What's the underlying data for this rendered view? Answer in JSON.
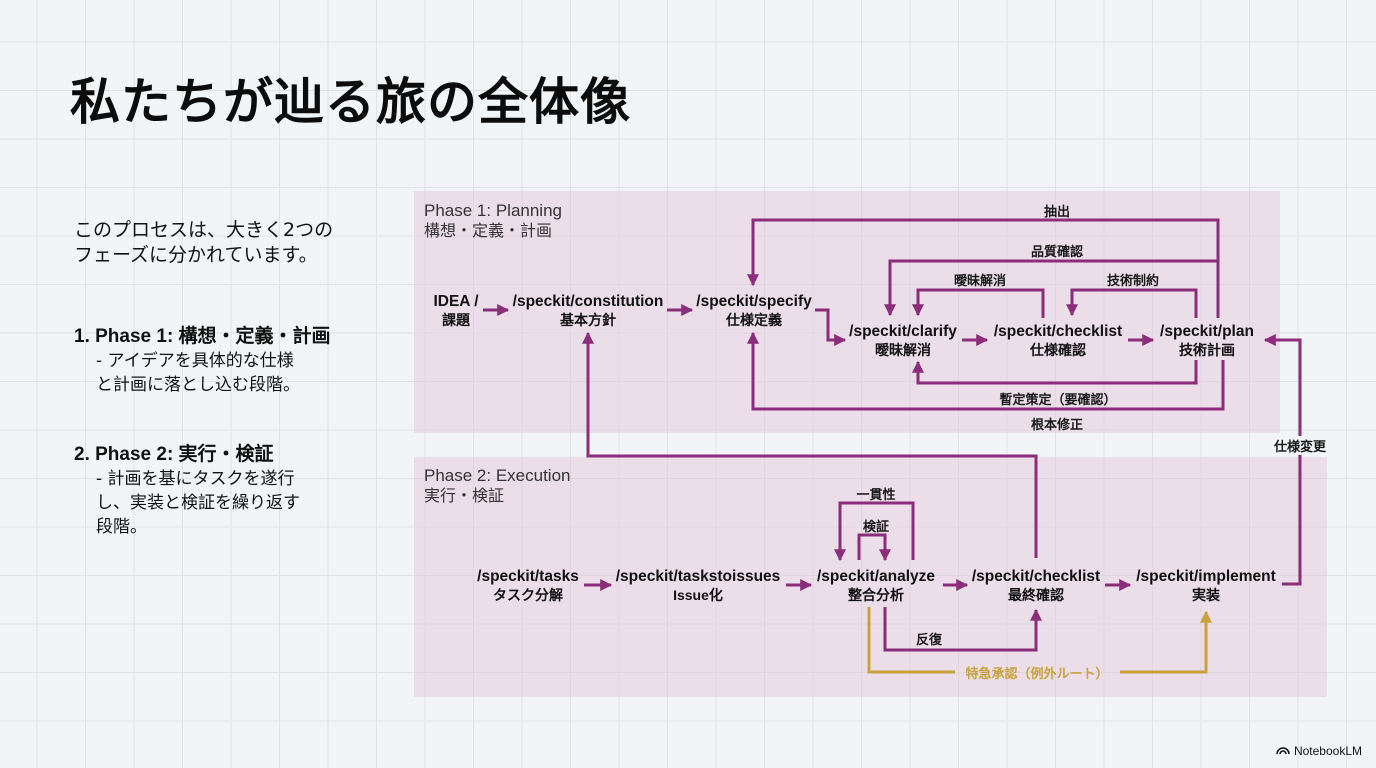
{
  "title": "私たちが辿る旅の全体像",
  "intro": {
    "line1": "このプロセスは、大きく2つの",
    "line2": "フェーズに分かれています。"
  },
  "phases_list": [
    {
      "heading": "1. Phase 1: 構想・定義・計画",
      "desc_lines": [
        "- アイデアを具体的な仕様",
        "と計画に落とし込む段階。"
      ]
    },
    {
      "heading": "2. Phase 2: 実行・検証",
      "desc_lines": [
        "- 計画を基にタスクを遂行",
        "し、実装と検証を繰り返す",
        "段階。"
      ]
    }
  ],
  "diagram": {
    "colors": {
      "arrow": "#8b2d7a",
      "exception": "#c9a23c",
      "phase_bg": "#ecdbe6"
    },
    "phase1": {
      "label_en": "Phase 1: Planning",
      "label_jp": "構想・定義・計画"
    },
    "phase2": {
      "label_en": "Phase 2: Execution",
      "label_jp": "実行・検証"
    },
    "nodes": {
      "idea": {
        "cmd": "IDEA /",
        "jp": "課題"
      },
      "constitution": {
        "cmd": "/speckit/constitution",
        "jp": "基本方針"
      },
      "specify": {
        "cmd": "/speckit/specify",
        "jp": "仕様定義"
      },
      "clarify": {
        "cmd": "/speckit/clarify",
        "jp": "曖昧解消"
      },
      "checklist1": {
        "cmd": "/speckit/checklist",
        "jp": "仕様確認"
      },
      "plan": {
        "cmd": "/speckit/plan",
        "jp": "技術計画"
      },
      "tasks": {
        "cmd": "/speckit/tasks",
        "jp": "タスク分解"
      },
      "taskstoissues": {
        "cmd": "/speckit/taskstoissues",
        "jp": "Issue化"
      },
      "analyze": {
        "cmd": "/speckit/analyze",
        "jp": "整合分析"
      },
      "checklist2": {
        "cmd": "/speckit/checklist",
        "jp": "最終確認"
      },
      "implement": {
        "cmd": "/speckit/implement",
        "jp": "実装"
      }
    },
    "edge_labels": {
      "extract": "抽出",
      "quality_check": "品質確認",
      "ambiguity": "曖昧解消",
      "tech_constraint": "技術制約",
      "provisional": "暫定策定（要確認）",
      "root_fix": "根本修正",
      "spec_change": "仕様変更",
      "consistency": "一貫性",
      "verify": "検証",
      "iterate": "反復",
      "expedite": "特急承認（例外ルート）"
    }
  },
  "brand": {
    "name": "NotebookLM"
  }
}
